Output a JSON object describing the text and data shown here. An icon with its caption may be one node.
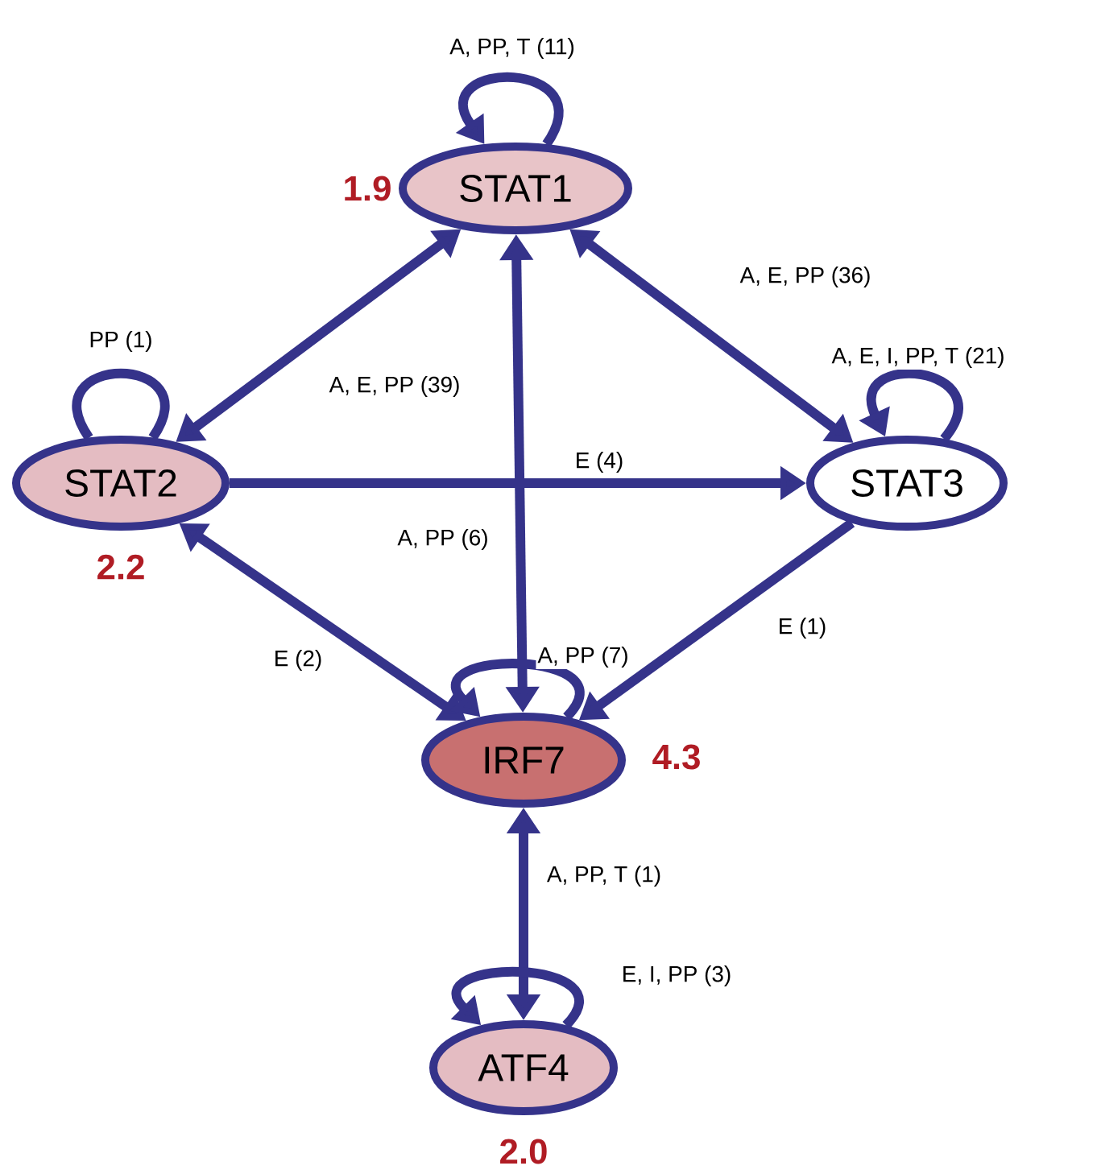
{
  "diagram": {
    "nodes": [
      {
        "text": [
          "STAT1"
        ],
        "beside": [
          "1.9"
        ]
      },
      {
        "text": [
          "STAT2"
        ],
        "beside": [
          "2.2"
        ]
      },
      {
        "text": [
          "STAT3"
        ]
      },
      {
        "text": [
          "IRF7"
        ],
        "beside": [
          "4.3"
        ]
      },
      {
        "text": [
          "ATF4"
        ],
        "beside": [
          "2.0"
        ]
      }
    ],
    "edges": [
      {
        "from": 0,
        "to": 0,
        "arrow": "to",
        "label": "A, PP, T (11)"
      },
      {
        "from": 0,
        "to": 1,
        "arrow": "both",
        "label": "A, E, PP (39)"
      },
      {
        "from": 0,
        "to": 2,
        "arrow": "both",
        "label": "A, E, PP (36)"
      },
      {
        "from": 0,
        "to": 3,
        "arrow": "both",
        "label": "A, PP (6)"
      },
      {
        "from": 1,
        "to": 1,
        "arrow": "none",
        "label": "PP (1)"
      },
      {
        "from": 1,
        "to": 2,
        "arrow": "to",
        "label": "E (4)"
      },
      {
        "from": 1,
        "to": 3,
        "arrow": "both",
        "label": "E (2)"
      },
      {
        "from": 2,
        "to": 2,
        "arrow": "to",
        "label": "A, E, I, PP, T (21)"
      },
      {
        "from": 2,
        "to": 3,
        "arrow": "to",
        "label": "E (1)"
      },
      {
        "from": 3,
        "to": 3,
        "arrow": "to",
        "label": "A, PP (7)"
      },
      {
        "from": 3,
        "to": 4,
        "arrow": "both",
        "label": "A, PP, T (1)"
      },
      {
        "from": 4,
        "to": 4,
        "arrow": "to",
        "label": "E, I, PP (3)"
      }
    ]
  }
}
